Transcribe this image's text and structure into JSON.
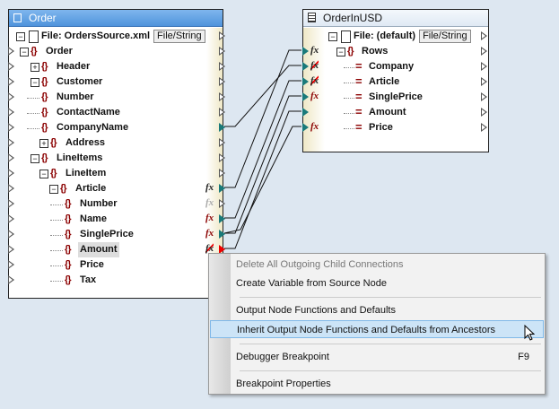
{
  "source": {
    "title": "Order",
    "file_label": "File: OrdersSource.xml",
    "file_button": "File/String",
    "rows": [
      {
        "label": "Order",
        "kind": "elem",
        "box": "−",
        "lvl": 0
      },
      {
        "label": "Header",
        "kind": "elem",
        "box": "+",
        "lvl": 1
      },
      {
        "label": "Customer",
        "kind": "elem",
        "box": "−",
        "lvl": 1
      },
      {
        "label": "Number",
        "kind": "elem",
        "lvl": 2
      },
      {
        "label": "ContactName",
        "kind": "elem",
        "lvl": 2
      },
      {
        "label": "CompanyName",
        "kind": "elem",
        "lvl": 2,
        "out": "on"
      },
      {
        "label": "Address",
        "kind": "elem",
        "box": "+",
        "lvl": 2
      },
      {
        "label": "LineItems",
        "kind": "elem",
        "box": "−",
        "lvl": 1
      },
      {
        "label": "LineItem",
        "kind": "elem",
        "box": "−",
        "lvl": 2
      },
      {
        "label": "Article",
        "kind": "elem",
        "box": "−",
        "lvl": 3,
        "out": "on",
        "fx": "black"
      },
      {
        "label": "Number",
        "kind": "elem",
        "lvl": 4,
        "fx": "gray"
      },
      {
        "label": "Name",
        "kind": "elem",
        "lvl": 4,
        "out": "on",
        "fx": "red"
      },
      {
        "label": "SinglePrice",
        "kind": "elem",
        "lvl": 4,
        "out": "on",
        "fx": "red"
      },
      {
        "label": "Amount",
        "kind": "elem",
        "lvl": 4,
        "out": "red",
        "fx": "struck",
        "selected": true
      },
      {
        "label": "Price",
        "kind": "elem",
        "lvl": 4
      },
      {
        "label": "Tax",
        "kind": "elem",
        "lvl": 4
      }
    ]
  },
  "target": {
    "title": "OrderInUSD",
    "file_label": "File: (default)",
    "file_button": "File/String",
    "rows": [
      {
        "label": "Rows",
        "kind": "elem",
        "box": "−",
        "fx": "black"
      },
      {
        "label": "Company",
        "kind": "attr",
        "fx": "struck"
      },
      {
        "label": "Article",
        "kind": "attr",
        "fx": "struck"
      },
      {
        "label": "SinglePrice",
        "kind": "attr",
        "fx": "red"
      },
      {
        "label": "Amount",
        "kind": "attr"
      },
      {
        "label": "Price",
        "kind": "attr",
        "fx": "red"
      }
    ]
  },
  "context_menu": {
    "items": [
      {
        "label": "Delete All Outgoing Child Connections",
        "disabled": true
      },
      {
        "label": "Create Variable from Source Node"
      },
      {
        "separator": true
      },
      {
        "label": "Output Node Functions and Defaults"
      },
      {
        "label": "Inherit Output Node Functions and Defaults from Ancestors",
        "highlighted": true
      },
      {
        "separator": true
      },
      {
        "label": "Debugger Breakpoint",
        "shortcut": "F9"
      },
      {
        "separator": true
      },
      {
        "label": "Breakpoint Properties"
      }
    ]
  },
  "colors": {
    "title_bar": "#5a9be6",
    "connection": "#1a7a7a",
    "menu_highlight": "#cce4f7"
  }
}
